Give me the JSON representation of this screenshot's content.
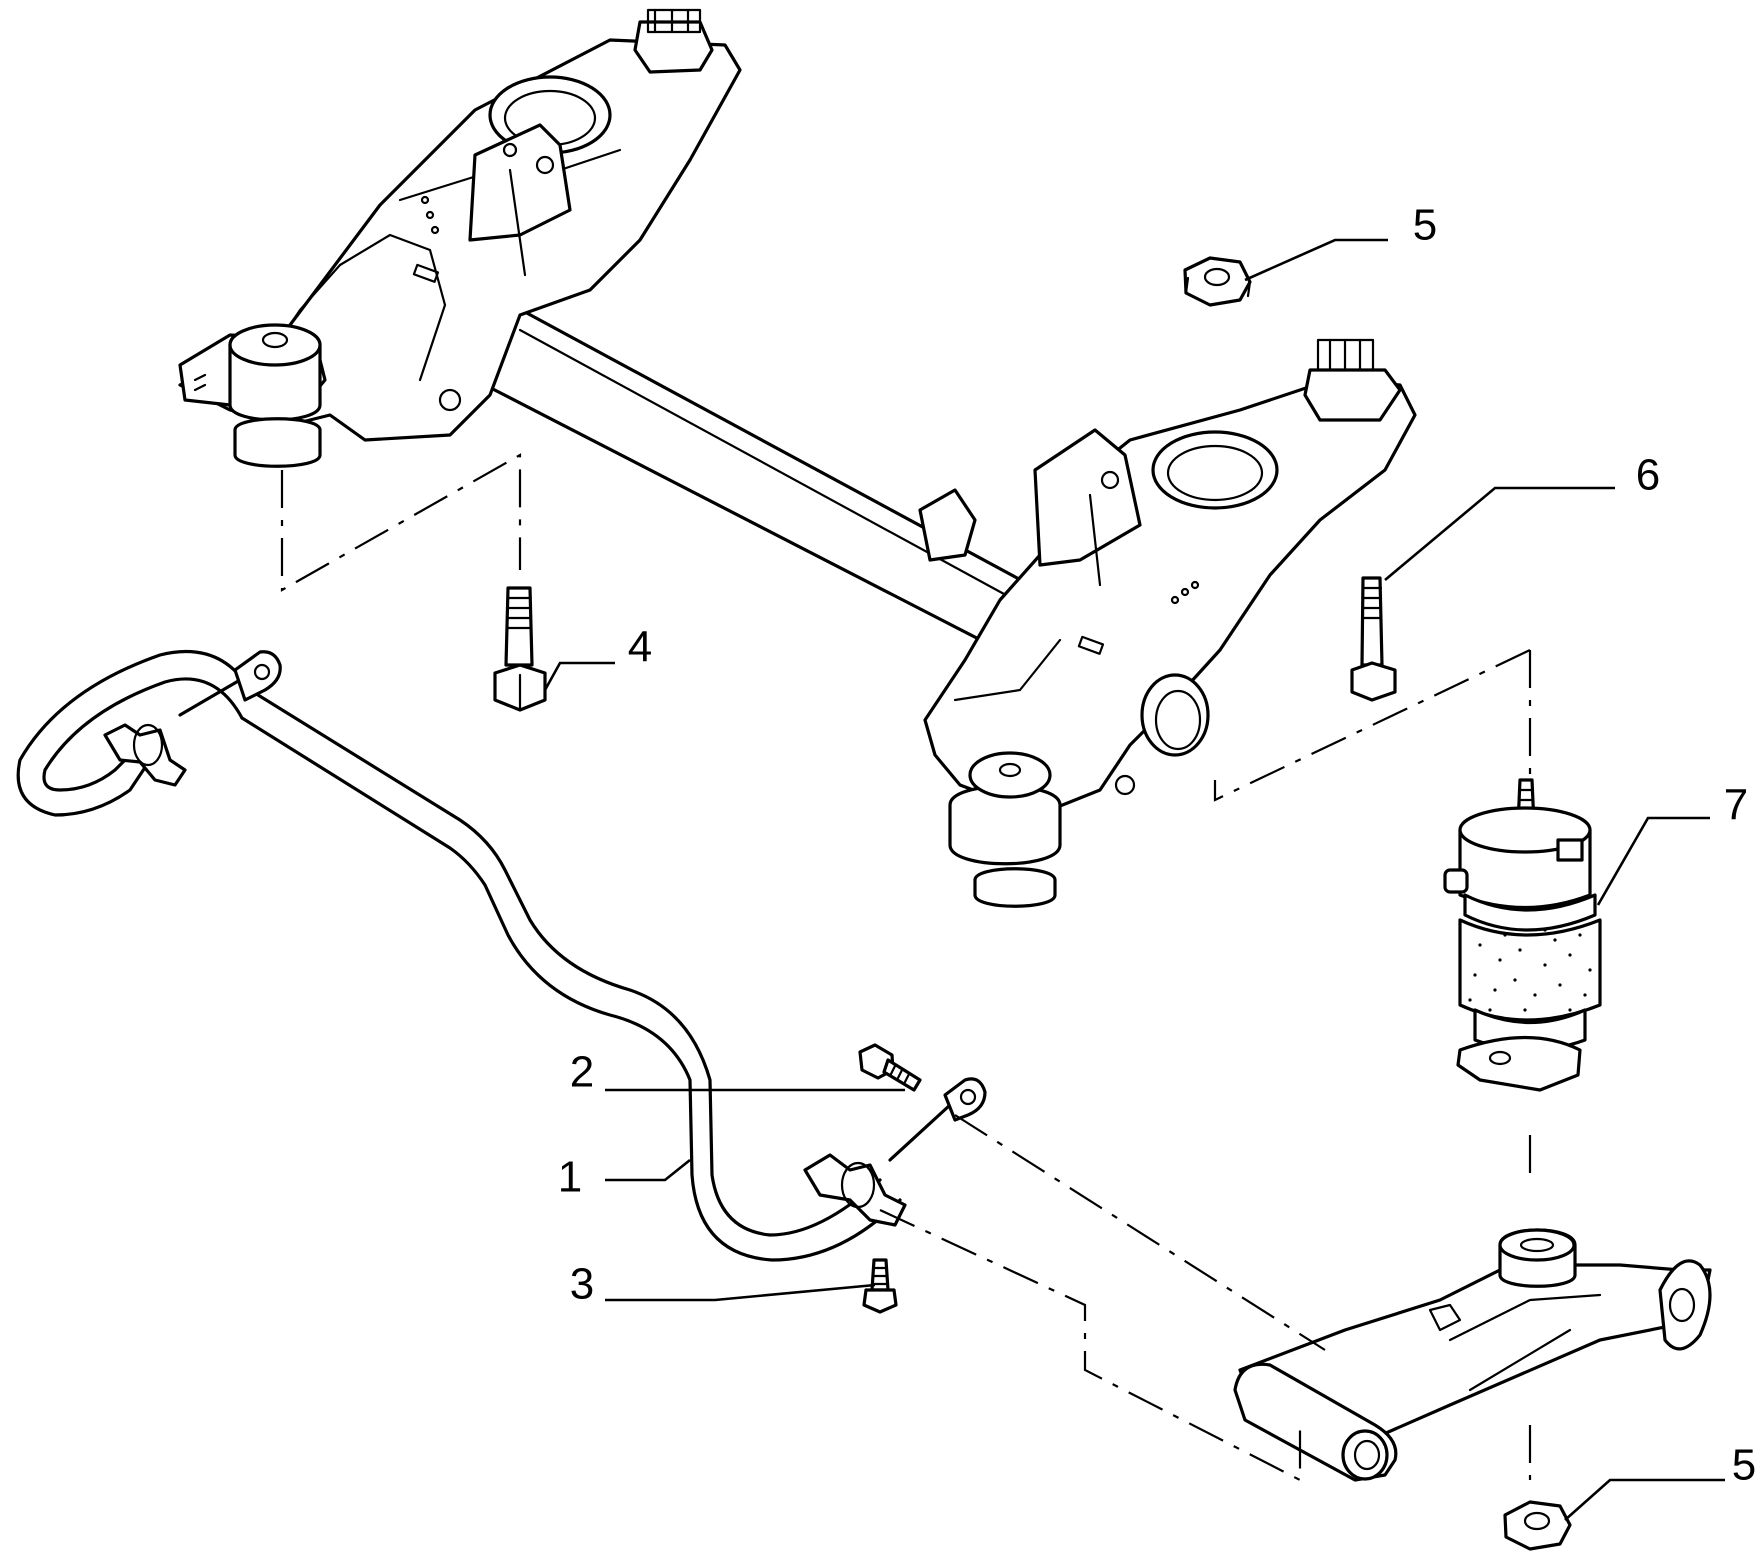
{
  "callouts": [
    {
      "label": "1"
    },
    {
      "label": "2"
    },
    {
      "label": "3"
    },
    {
      "label": "4"
    },
    {
      "label": "5"
    },
    {
      "label": "5"
    },
    {
      "label": "6"
    },
    {
      "label": "7"
    }
  ],
  "parts": [
    {
      "name": "rear-axle-crossmember"
    },
    {
      "name": "anti-roll-bar"
    },
    {
      "name": "bolt"
    },
    {
      "name": "screw"
    },
    {
      "name": "nut"
    },
    {
      "name": "bolt"
    },
    {
      "name": "shock-absorber"
    },
    {
      "name": "trailing-arm"
    }
  ]
}
